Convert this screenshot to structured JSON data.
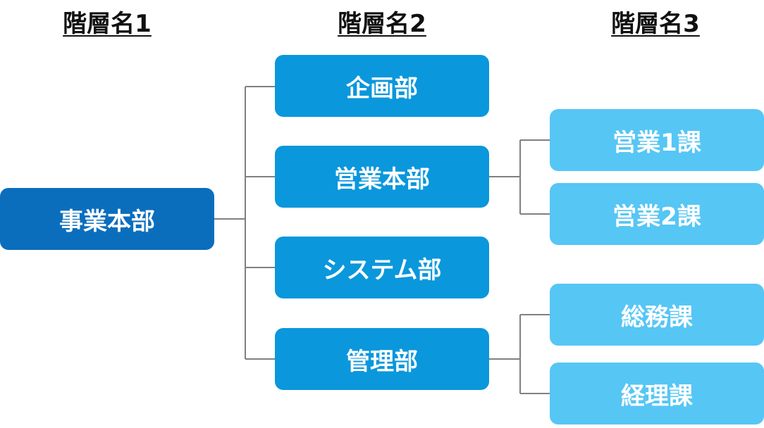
{
  "headers": {
    "level1": "階層名1",
    "level2": "階層名2",
    "level3": "階層名3"
  },
  "colors": {
    "level1": "#0a6ebd",
    "level2": "#0a97dc",
    "level3": "#56c6f5",
    "connector": "#808080"
  },
  "tree": {
    "root": {
      "label": "事業本部",
      "children": [
        {
          "label": "企画部",
          "children": []
        },
        {
          "label": "営業本部",
          "children": [
            {
              "label": "営業1課"
            },
            {
              "label": "営業2課"
            }
          ]
        },
        {
          "label": "システム部",
          "children": []
        },
        {
          "label": "管理部",
          "children": [
            {
              "label": "総務課"
            },
            {
              "label": "経理課"
            }
          ]
        }
      ]
    }
  }
}
